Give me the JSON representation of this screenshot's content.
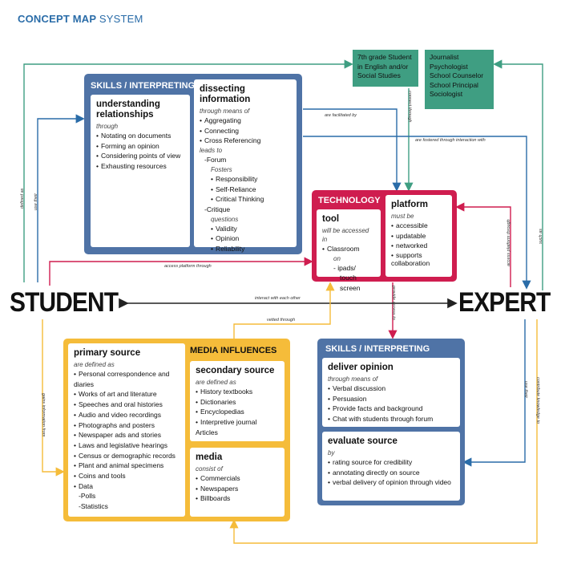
{
  "title": {
    "bold": "CONCEPT MAP",
    "light": "SYSTEM"
  },
  "nodes": {
    "student": "STUDENT",
    "expert": "EXPERT",
    "grade7": [
      "7th grade Student",
      "in English and/or",
      "Social Studies"
    ],
    "professions": [
      "Journalist",
      "Psychologist",
      "School Counselor",
      "School Principal",
      "Sociologist"
    ]
  },
  "skills_top": {
    "header": "SKILLS / INTERPRETING",
    "understanding": {
      "title": "understanding relationships",
      "through": "through",
      "items": [
        "Notating on documents",
        "Forming an opinion",
        "Considering points of view",
        "Exhausting resources"
      ]
    },
    "dissecting": {
      "title": "dissecting information",
      "through": "through means of",
      "items": [
        "Aggregating",
        "Connecting",
        "Cross Referencing"
      ],
      "leads": "leads to",
      "forum": "-Forum",
      "fosters": "Fosters",
      "fosters_items": [
        "Responsibility",
        "Self-Reliance",
        "Critical Thinking"
      ],
      "critique": "-Critique",
      "questions": "questions",
      "critique_items": [
        "Validity",
        "Opinion",
        "Reliability"
      ]
    }
  },
  "technology": {
    "header": "TECHNOLOGY",
    "tool": {
      "title": "tool",
      "sub": "will be accessed in",
      "item": "Classroom",
      "on": "on",
      "sub_item": "- ipads/",
      "sub_item2": "touch screen"
    },
    "platform": {
      "title": "platform",
      "sub": "must be",
      "items": [
        "accessible",
        "updatable",
        "networked",
        "supports collaboration"
      ]
    }
  },
  "media": {
    "header": "MEDIA INFLUENCES",
    "primary": {
      "title": "primary source",
      "sub": "are defined as",
      "items": [
        "Personal correspondence and diaries",
        "Works of art and literature",
        "Speeches and oral histories",
        "Audio and video recordings",
        "Photographs and posters",
        "Newspaper ads and stories",
        "Laws and legislative hearings",
        "Census or demographic records",
        "Plant and animal specimens",
        "Coins and tools",
        "Data"
      ],
      "data_sub": [
        "-Polls",
        "-Statistics"
      ]
    },
    "secondary": {
      "title": "secondary source",
      "sub": "are defined as",
      "items": [
        "History textbooks",
        "Dictionaries",
        "Encyclopedias",
        "Interpretive journal Articles"
      ]
    },
    "media": {
      "title": "media",
      "sub": "consist of",
      "items": [
        "Commercials",
        "Newspapers",
        "Billboards"
      ]
    }
  },
  "skills_bottom": {
    "header": "SKILLS / INTERPRETING",
    "deliver": {
      "title": "deliver opinion",
      "sub": "through means of",
      "items": [
        "Verbal discussion",
        "Persuasion",
        "Provide facts and background",
        "Chat with students through forum"
      ]
    },
    "evaluate": {
      "title": "evaluate source",
      "sub": "by",
      "items": [
        "rating source for credibility",
        "annotating directly on source",
        "verbal delivery of opinion through video"
      ]
    }
  },
  "edges": {
    "facilitated": "are facilitated by",
    "connect": "connect through",
    "fostered": "are fostered through interaction with",
    "access_student": "access platform through",
    "access_expert": "access platform through",
    "interact": "interact with each other",
    "vetted": "vetted through",
    "provide": "provide access to",
    "defined_as": "defined as",
    "use_their": "use their",
    "gains": "gains information from",
    "such_as": "such as",
    "use_their_expert": "use their",
    "contribute": "contribute knowledge to"
  },
  "colors": {
    "blue": "#4f73a6",
    "red": "#cf1d4f",
    "gold": "#f5bc3a",
    "green": "#3f9e82",
    "title": "#2a6ca8"
  }
}
